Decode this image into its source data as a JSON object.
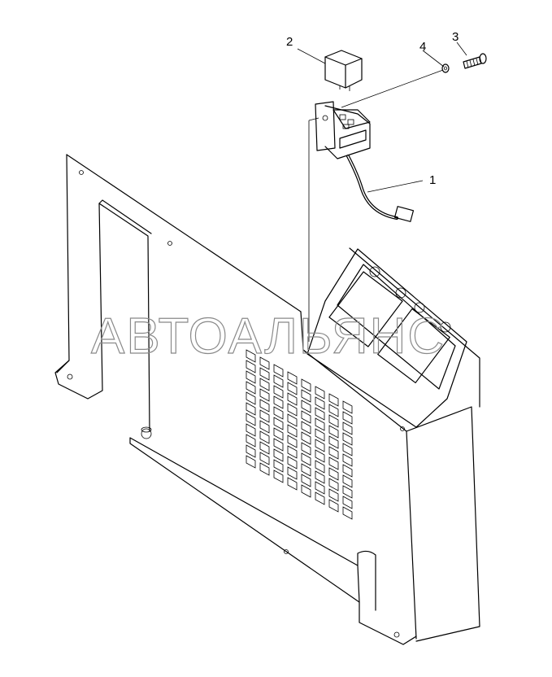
{
  "callouts": [
    {
      "label": "1",
      "part": "wire-harness"
    },
    {
      "label": "2",
      "part": "relay"
    },
    {
      "label": "3",
      "part": "screw"
    },
    {
      "label": "4",
      "part": "washer"
    }
  ],
  "watermark": "АВТОАЛЬЯНС",
  "colors": {
    "line": "#000000",
    "watermark": "#8a8a8a",
    "background": "#ffffff"
  }
}
